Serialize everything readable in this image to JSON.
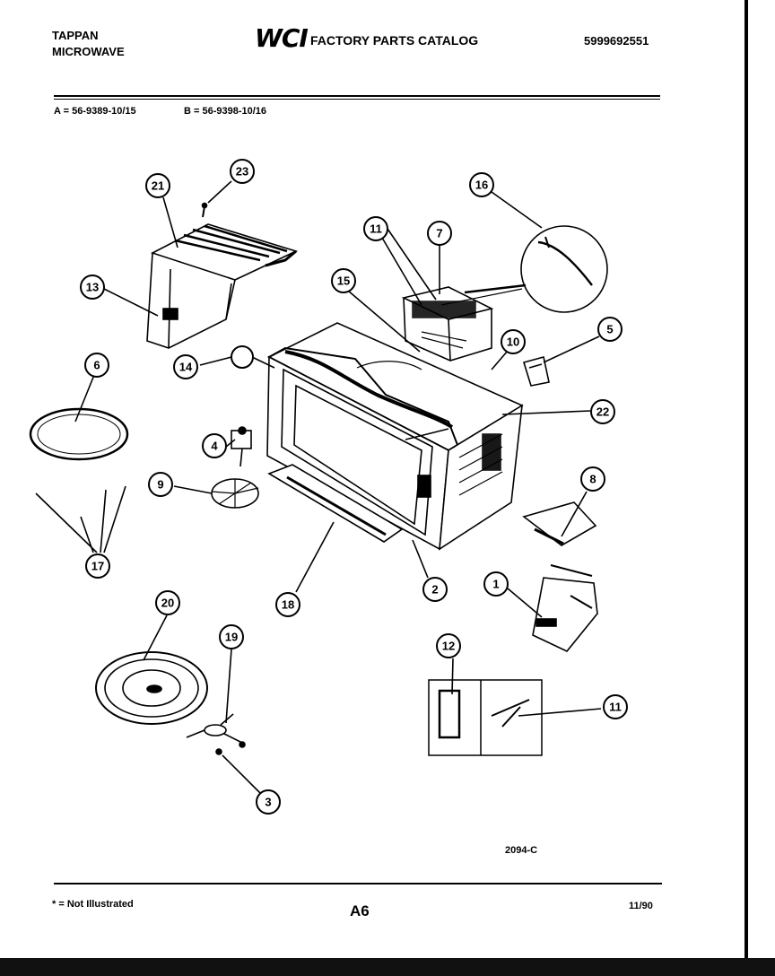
{
  "header": {
    "brand_line1": "TAPPAN",
    "brand_line2": "MICROWAVE",
    "logo_text": "WCI",
    "catalog_title": "FACTORY PARTS CATALOG",
    "catalog_number": "5999692551"
  },
  "models": {
    "a": "A = 56-9389-10/15",
    "b": "B = 56-9398-10/16"
  },
  "diagram": {
    "drawing_code": "2094-C",
    "callouts": [
      "21",
      "23",
      "16",
      "11",
      "7",
      "13",
      "15",
      "5",
      "10",
      "14",
      "6",
      "22",
      "4",
      "9",
      "8",
      "17",
      "2",
      "18",
      "1",
      "20",
      "19",
      "12",
      "11",
      "3"
    ]
  },
  "footer": {
    "note": "* = Not Illustrated",
    "page": "A6",
    "date": "11/90"
  }
}
